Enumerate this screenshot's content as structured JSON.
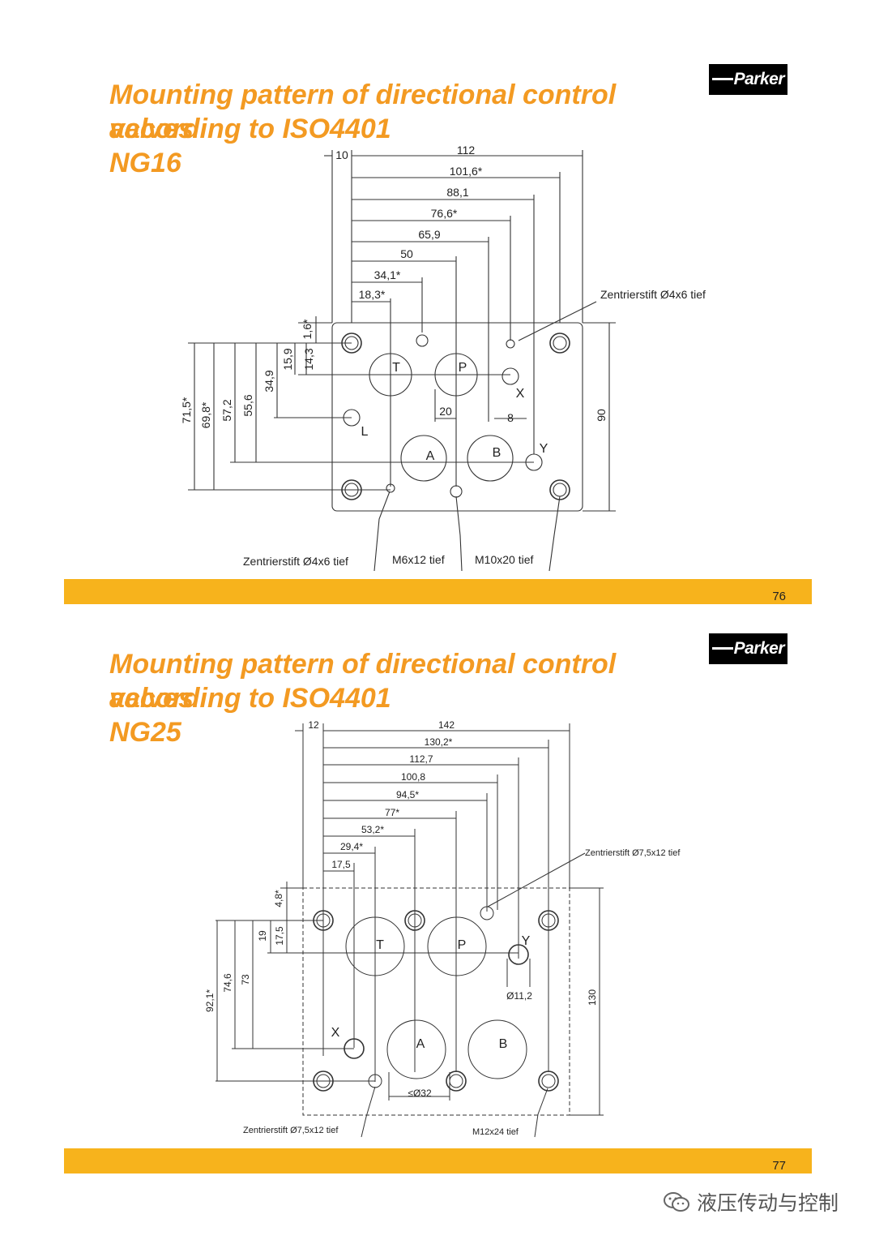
{
  "slides": [
    {
      "title_line1": "Mounting pattern of directional control",
      "title_line2_a": "valves",
      "title_line2_b": "according to  ISO4401",
      "title_line3": "NG16",
      "logo": "Parker",
      "page_number": "76",
      "top_dims": [
        "10",
        "112",
        "101,6*",
        "88,1",
        "76,6*",
        "65,9",
        "50",
        "34,1*",
        "18,3*"
      ],
      "left_dims": [
        "1,6*",
        "14,3",
        "15,9",
        "34,9",
        "55,6",
        "57,2",
        "69,8*",
        "71,5*"
      ],
      "right_dim": "90",
      "inner_dims": [
        "20",
        "8"
      ],
      "port_labels": [
        "T",
        "P",
        "A",
        "B",
        "X",
        "Y",
        "L"
      ],
      "callouts": [
        "Zentrierstift Ø4x6 tief",
        "Zentrierstift Ø4x6 tief",
        "M6x12 tief",
        "M10x20 tief"
      ]
    },
    {
      "title_line1": "Mounting pattern of directional control",
      "title_line2_a": "valves",
      "title_line2_b": "according to ISO4401",
      "title_line3": "NG25",
      "logo": "Parker",
      "page_number": "77",
      "top_dims": [
        "12",
        "142",
        "130,2*",
        "112,7",
        "100,8",
        "94,5*",
        "77*",
        "53,2*",
        "29,4*",
        "17,5"
      ],
      "left_dims": [
        "4,8*",
        "17,5",
        "19",
        "73",
        "74,6",
        "92,1*"
      ],
      "right_dim": "130",
      "inner_dims": [
        "Ø11,2",
        "≤Ø32"
      ],
      "port_labels": [
        "T",
        "P",
        "A",
        "B",
        "X",
        "Y"
      ],
      "callouts": [
        "Zentrierstift Ø7,5x12 tief",
        "Zentrierstift Ø7,5x12 tief",
        "M12x24 tief"
      ]
    }
  ],
  "watermark": "液压传动与控制",
  "colors": {
    "title": "#f39a22",
    "bar": "#f7b31c",
    "logo_bg": "#000000",
    "line": "#333333"
  }
}
